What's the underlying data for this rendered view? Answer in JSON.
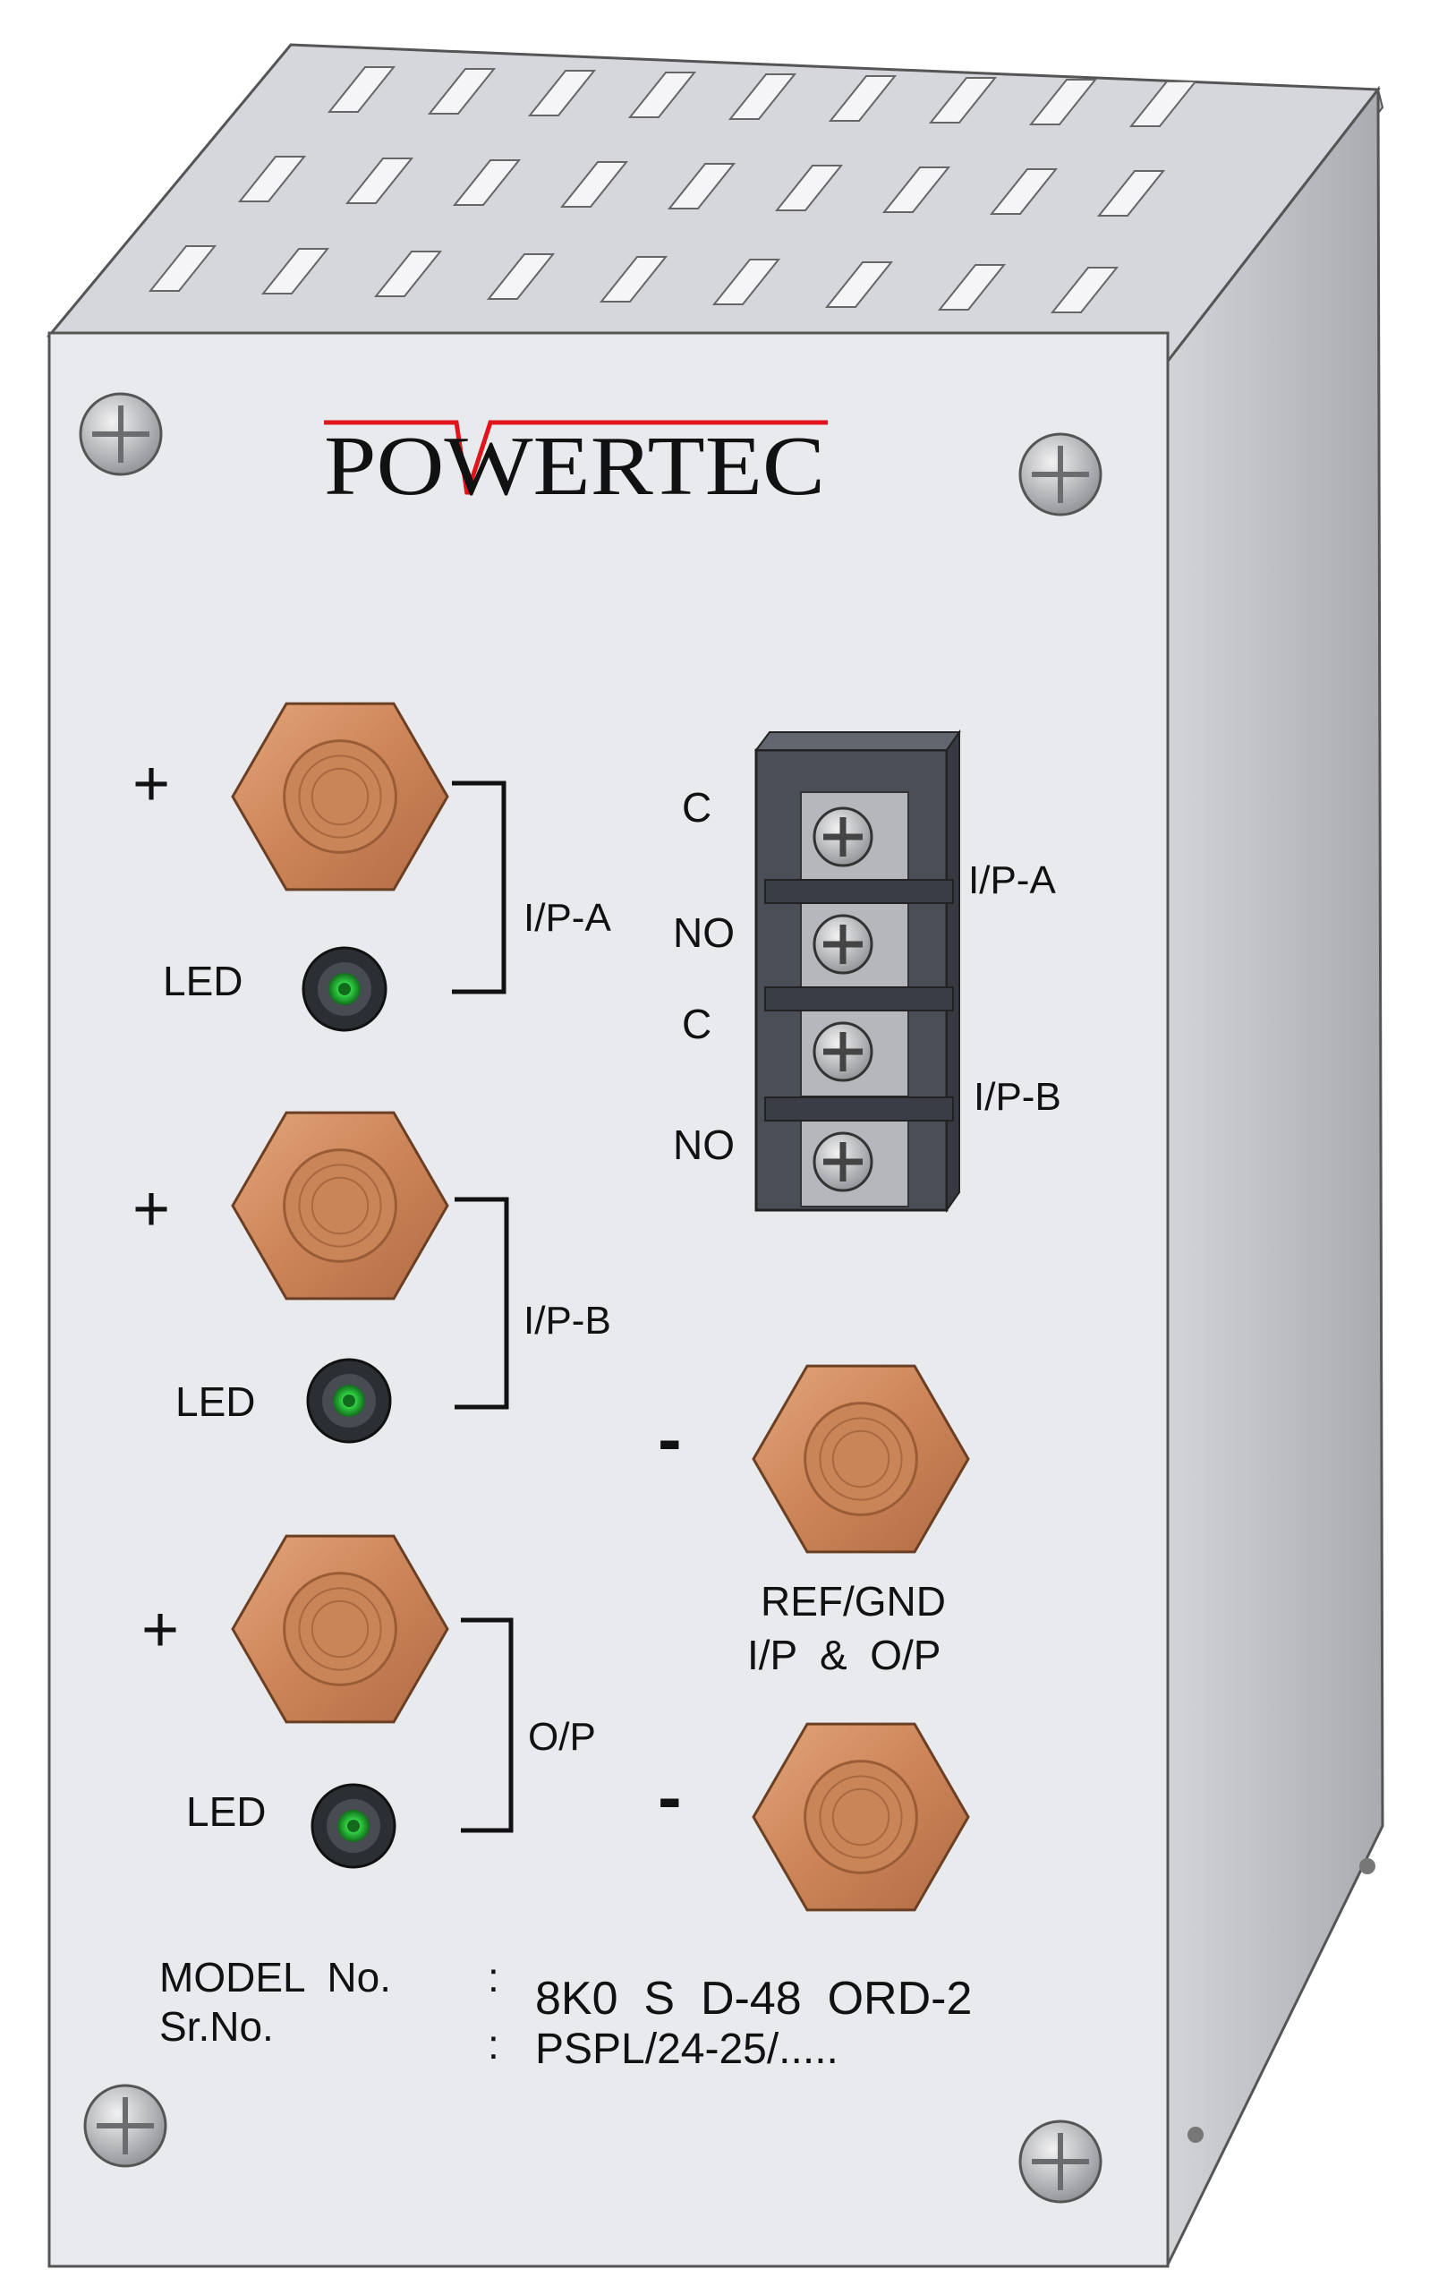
{
  "brand": {
    "name": "POWERTEC",
    "accent_color": "#e0141b"
  },
  "inputs": [
    {
      "polarity": "+",
      "group_label": "I/P-A",
      "led_label": "LED",
      "led_color": "#2ecc40"
    },
    {
      "polarity": "+",
      "group_label": "I/P-B",
      "led_label": "LED",
      "led_color": "#2ecc40"
    }
  ],
  "output": {
    "polarity": "+",
    "group_label": "O/P",
    "led_label": "LED",
    "led_color": "#2ecc40"
  },
  "relay_block": {
    "contacts": [
      "C",
      "NO",
      "C",
      "NO"
    ],
    "group_labels": [
      "I/P-A",
      "I/P-B"
    ]
  },
  "ground": {
    "polarity_top": "-",
    "polarity_bottom": "-",
    "label_line1": "REF/GND",
    "label_line2": "I/P  &  O/P"
  },
  "nameplate": {
    "model_key": "MODEL  No.",
    "model_sep": ":",
    "model_value": "8K0  S  D-48  ORD-2",
    "serial_key": "Sr.No.",
    "serial_sep": ":",
    "serial_value": "PSPL/24-25/....."
  },
  "colors": {
    "panel": "#e9eaee",
    "side": "#c9cace",
    "top": "#d9dadf",
    "copper": "#cd8a5f",
    "terminal_block": "#4a4e57"
  },
  "icons": {
    "screw": "screw-icon",
    "terminal_nut": "hex-terminal-icon",
    "led": "led-icon"
  }
}
